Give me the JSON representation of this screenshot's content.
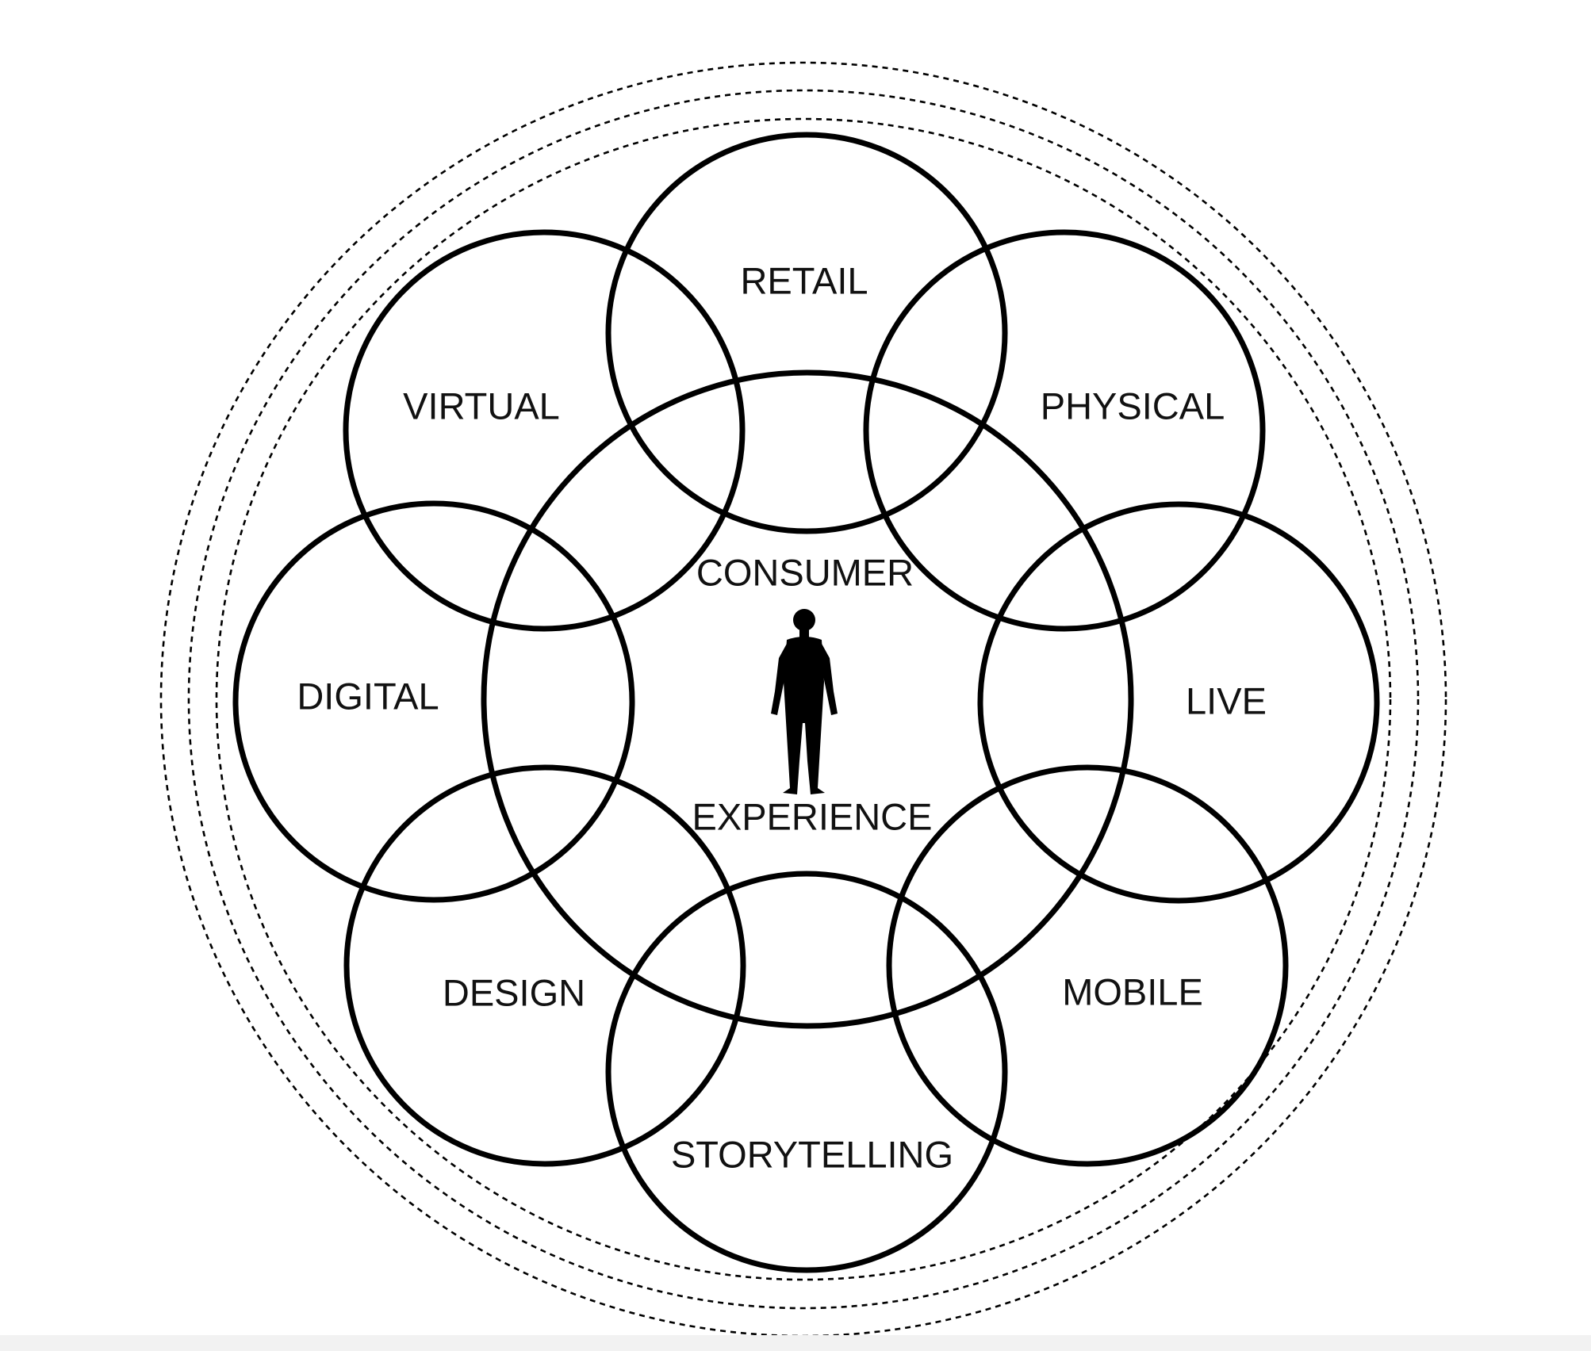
{
  "diagram": {
    "center": {
      "top_label": "CONSUMER",
      "bottom_label": "EXPERIENCE",
      "figure_icon": "person-silhouette-icon"
    },
    "circles": [
      {
        "id": "retail",
        "label": "RETAIL"
      },
      {
        "id": "physical",
        "label": "PHYSICAL"
      },
      {
        "id": "live",
        "label": "LIVE"
      },
      {
        "id": "mobile",
        "label": "MOBILE"
      },
      {
        "id": "storytelling",
        "label": "STORYTELLING"
      },
      {
        "id": "design",
        "label": "DESIGN"
      },
      {
        "id": "digital",
        "label": "DIGITAL"
      },
      {
        "id": "virtual",
        "label": "VIRTUAL"
      }
    ],
    "outer_dashed_rings": 3,
    "colors": {
      "stroke": "#000000",
      "background": "#ffffff"
    }
  }
}
